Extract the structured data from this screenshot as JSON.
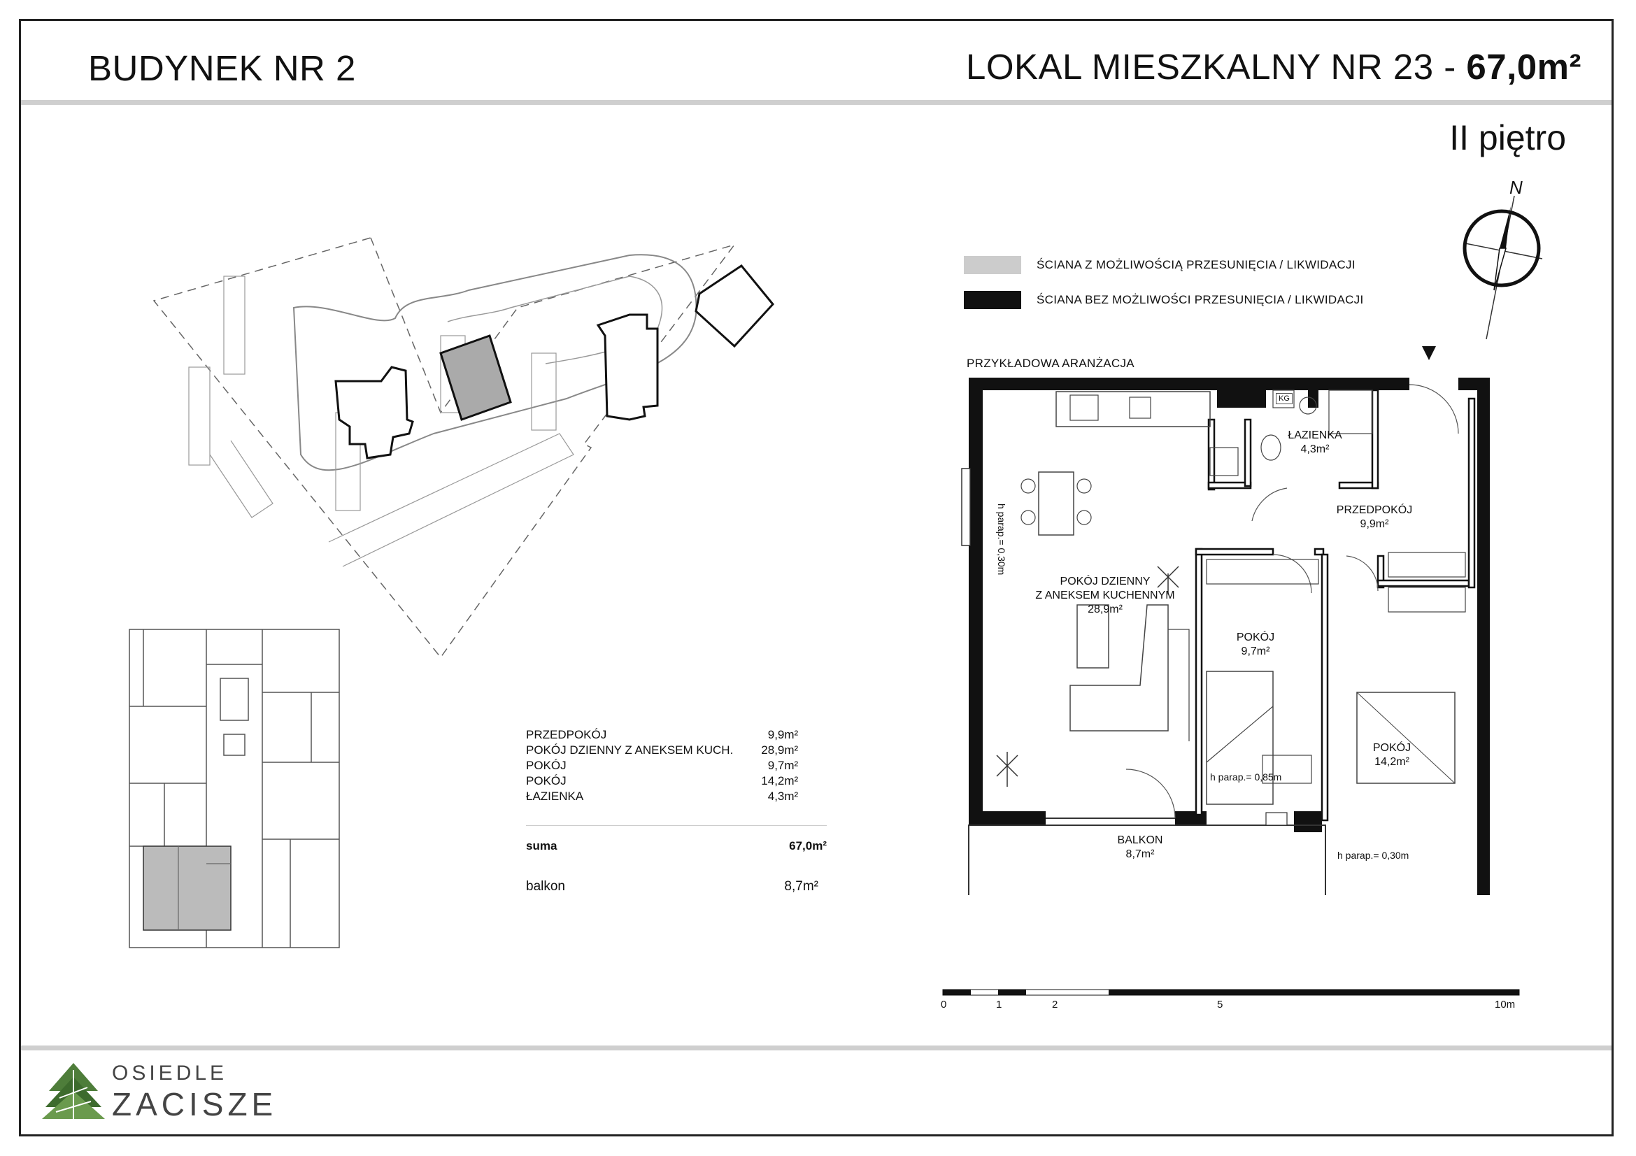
{
  "header": {
    "building": "BUDYNEK NR 2",
    "unit_prefix": "LOKAL MIESZKALNY NR 23 - ",
    "unit_area": "67,0m²",
    "floor": "II piętro"
  },
  "compass": {
    "label": "N"
  },
  "legend": [
    {
      "label": "ŚCIANA Z MOŻLIWOŚCIĄ PRZESUNIĘCIA / LIKWIDACJI",
      "color": "#cccccc"
    },
    {
      "label": "ŚCIANA BEZ MOŻLIWOŚCI PRZESUNIĘCIA / LIKWIDACJI",
      "color": "#111111"
    }
  ],
  "plan": {
    "title": "PRZYKŁADOWA ARANŻACJA",
    "rooms": {
      "living_1": "POKÓJ DZIENNY",
      "living_2": "Z ANEKSEM KUCHENNYM",
      "living_area": "28,9m²",
      "bath": "ŁAZIENKA",
      "bath_area": "4,3m²",
      "hall": "PRZEDPOKÓJ",
      "hall_area": "9,9m²",
      "room1": "POKÓJ",
      "room1_area": "9,7m²",
      "room2": "POKÓJ",
      "room2_area": "14,2m²",
      "balcony": "BALKON",
      "balcony_area": "8,7m²",
      "kg": "KG"
    },
    "parapets": {
      "left": "h parap.= 0,30m",
      "middle": "h parap.= 0,85m",
      "right": "h parap.= 0,30m"
    }
  },
  "areas": [
    {
      "name": "PRZEDPOKÓJ",
      "value": "9,9m²"
    },
    {
      "name": "POKÓJ DZIENNY Z ANEKSEM KUCH.",
      "value": "28,9m²"
    },
    {
      "name": "POKÓJ",
      "value": "9,7m²"
    },
    {
      "name": "POKÓJ",
      "value": "14,2m²"
    },
    {
      "name": "ŁAZIENKA",
      "value": "4,3m²"
    }
  ],
  "sum": {
    "label": "suma",
    "value": "67,0m²"
  },
  "balcony_row": {
    "label": "balkon",
    "value": "8,7m²"
  },
  "scale": {
    "ticks": [
      "0",
      "1",
      "2",
      "5",
      "10m"
    ]
  },
  "logo": {
    "line1": "OSIEDLE",
    "line2": "ZACISZE",
    "color": "#4e7d3a"
  }
}
